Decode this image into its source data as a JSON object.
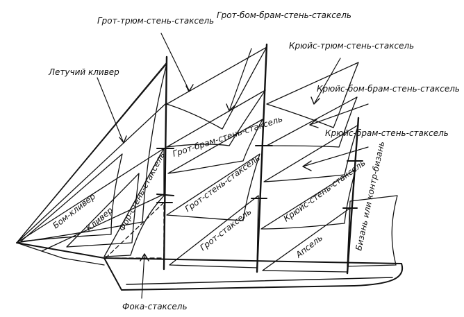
{
  "labels": {
    "grot_trum": "Грот-трюм-стень-стаксель",
    "grot_bom_bram": "Грот-бом-брам-стень-стаксель",
    "kruis_trum": "Крюйс-трюм-стень-стаксель",
    "letuchiy_kliver": "Летучий кливер",
    "kruis_bom_bram": "Крюйс-бом-брам-стень-стаксель",
    "kruis_bram": "Крюйс-брам-стень-стаксель",
    "grot_bram": "Грот-брам-стень-стаксель",
    "bom_kliver": "Бом-кливер",
    "kliver": "Кливер",
    "for_sten": "Фор-стень-стаксель",
    "grot_sten": "Грот-стень-стаксель",
    "kruis_sten": "Крюйс-стень-стаксель",
    "grot_staksel": "Грот-стаксель",
    "apsel": "Апсель",
    "bizan": "Бизань или контр-бизань",
    "foka_staksel": "Фока-стаксель"
  }
}
